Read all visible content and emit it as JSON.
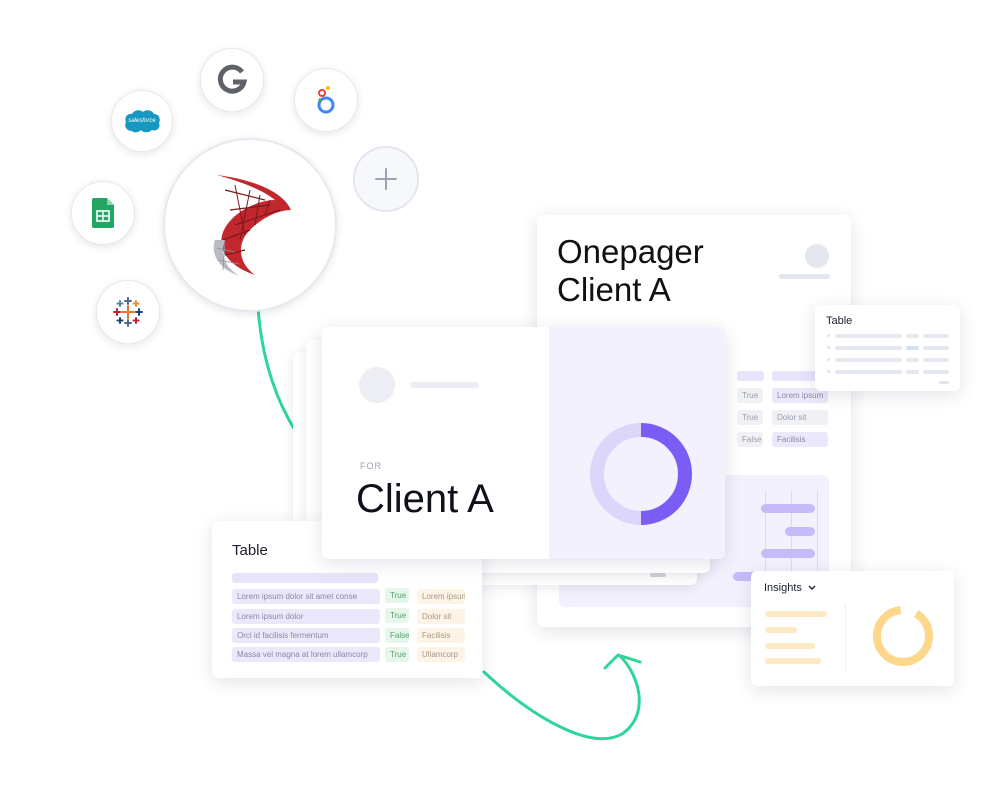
{
  "colors": {
    "accent_purple": "#7b5cf5",
    "ring_light": "#dcd6fb",
    "connector_green": "#2fd69a",
    "insights_orange": "#fdd88a"
  },
  "icons": [
    "salesforce-icon",
    "google-icon",
    "looker-studio-icon",
    "plus-icon",
    "google-sheets-icon",
    "tableau-icon",
    "sql-server-icon"
  ],
  "salesforce": {
    "logo_text": "salesforce"
  },
  "onepager": {
    "title_line1": "Onepager",
    "title_line2": "Client A"
  },
  "table_right": {
    "title": "Table"
  },
  "main_card": {
    "for_label": "FOR",
    "client": "Client A"
  },
  "back_table": {
    "rows": [
      {
        "bool": "True",
        "value": "Lorem ipsum"
      },
      {
        "bool": "True",
        "value": "Dolor sit"
      },
      {
        "bool": "False",
        "value": "Facilisis"
      }
    ]
  },
  "table_left": {
    "title": "Table",
    "rows": [
      {
        "text": "Lorem ipsum dolor sit amet conse",
        "bool": "True",
        "value": "Lorem ipsum"
      },
      {
        "text": "Lorem ipsum dolor",
        "bool": "True",
        "value": "Dolor sit"
      },
      {
        "text": "Orci id facilisis fermentum",
        "bool": "False",
        "value": "Facilisis"
      },
      {
        "text": "Massa vel magna at lorem ullamcorp",
        "bool": "True",
        "value": "Ullamcorp"
      }
    ]
  },
  "insights": {
    "title": "Insights"
  }
}
